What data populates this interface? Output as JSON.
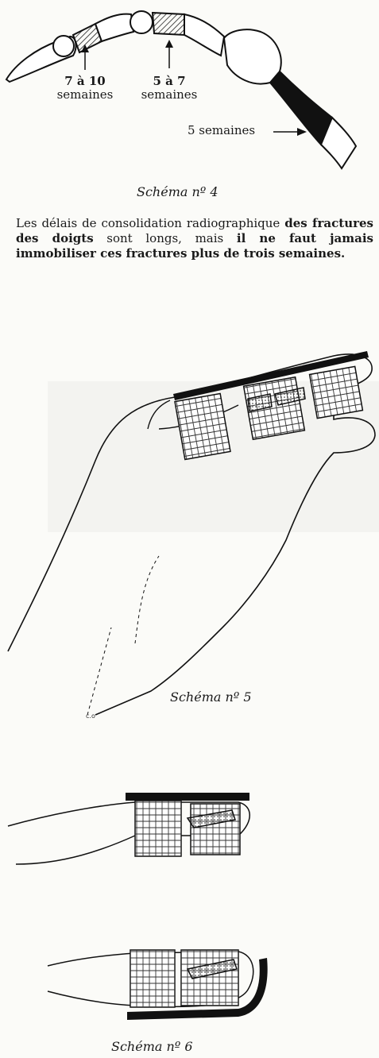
{
  "schema4": {
    "label_distal": "7 à 10",
    "label_distal_unit": "semaines",
    "label_middle": "5 à 7",
    "label_middle_unit": "semaines",
    "label_proximal": "5 semaines",
    "caption": "Schéma nº 4"
  },
  "paragraph": {
    "part1": "Les délais de consolidation radiographique ",
    "part2": "des fractures des doigts",
    "part3": " sont longs, mais ",
    "part4": "il ne faut jamais immobiliser ces fractures plus de trois semaines."
  },
  "schema5": {
    "caption": "Schéma nº 5"
  },
  "schema6": {
    "caption": "Schéma nº 6"
  }
}
